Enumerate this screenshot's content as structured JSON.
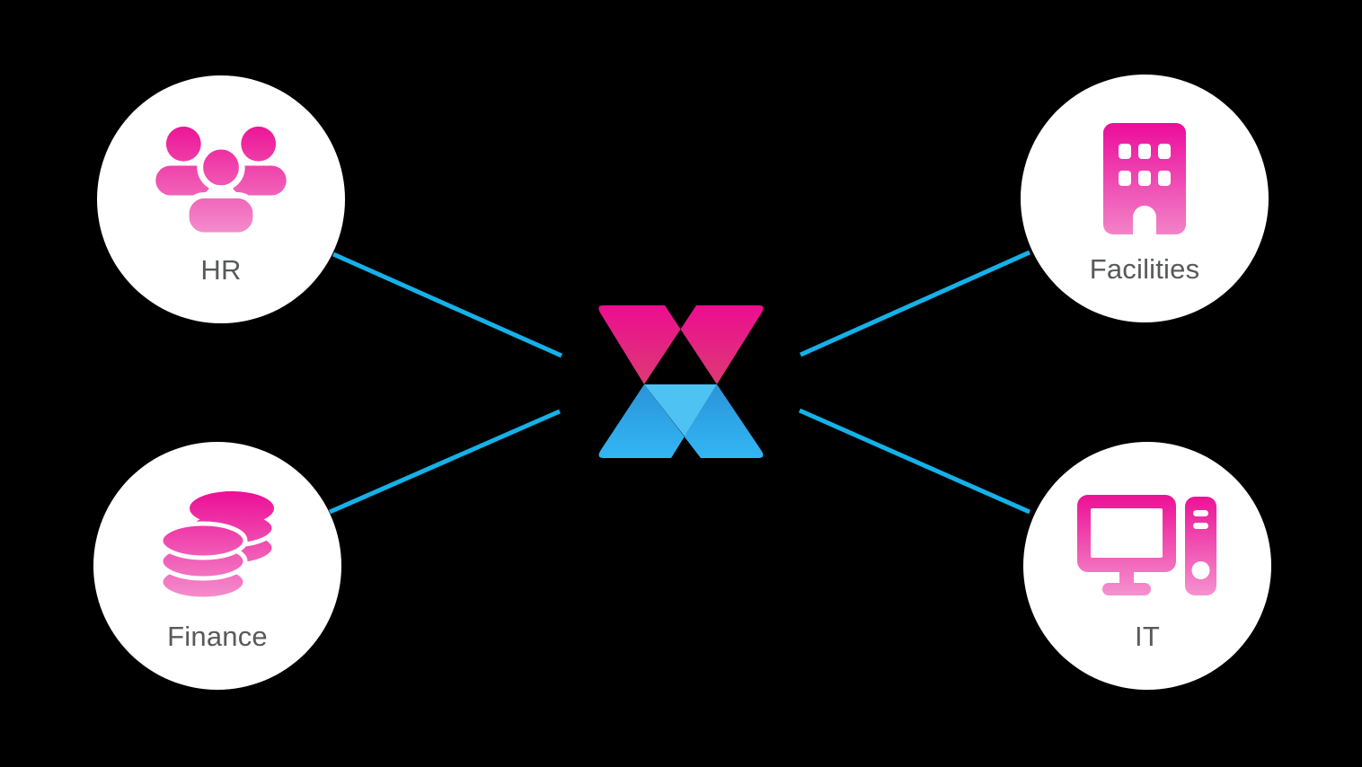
{
  "diagram": {
    "name": "departments-connected-to-x-logo",
    "background_color": "#000000",
    "connector_color": "#15B1E9",
    "node_fill_color": "#FFFFFF",
    "label_color": "#58595B",
    "icon_gradient_top": "#EC1095",
    "icon_gradient_bottom": "#F492CD",
    "logo": {
      "name": "x-logo",
      "pink_gradient_top": "#ED0D90",
      "pink_gradient_bottom": "#DC3A74",
      "blue_gradient_top": "#2A94D8",
      "blue_gradient_bottom": "#33B6F4",
      "light_blue": "#4EC2F2"
    },
    "nodes": [
      {
        "id": "hr",
        "label": "HR",
        "icon": "people-group-icon"
      },
      {
        "id": "facilities",
        "label": "Facilities",
        "icon": "building-icon"
      },
      {
        "id": "finance",
        "label": "Finance",
        "icon": "coins-icon"
      },
      {
        "id": "it",
        "label": "IT",
        "icon": "computer-icon"
      }
    ]
  }
}
